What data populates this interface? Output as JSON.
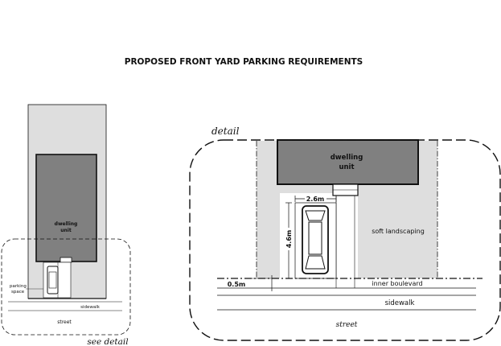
{
  "title": "PROPOSED FRONT YARD PARKING REQUIREMENTS",
  "overview": {
    "dwelling_label_line1": "dwelling",
    "dwelling_label_line2": "unit",
    "parking_label_line1": "parking",
    "parking_label_line2": "space",
    "sidewalk_label": "sidewalk",
    "street_label": "street",
    "callout_label": "see detail"
  },
  "detail": {
    "heading": "detail",
    "dwelling_label_line1": "dwelling",
    "dwelling_label_line2": "unit",
    "width_dimension": "2.6m",
    "length_dimension": "4.6m",
    "setback_dimension": "0.5m",
    "soft_landscaping_label": "soft landscaping",
    "inner_boulevard_label": "inner boulevard",
    "sidewalk_label": "sidewalk",
    "street_label": "street"
  },
  "colors": {
    "lot_fill": "#dedede",
    "house_fill": "#808080",
    "line": "#111111"
  }
}
